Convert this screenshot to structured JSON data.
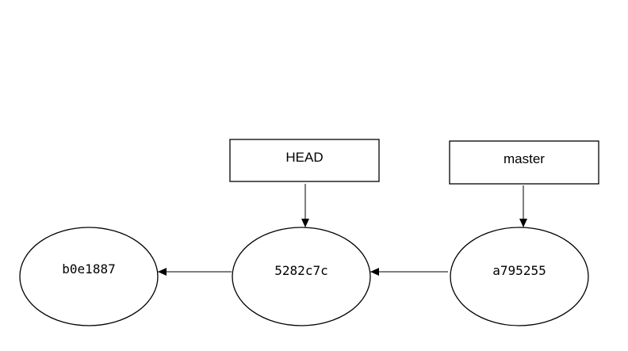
{
  "refs": {
    "head": "HEAD",
    "master": "master"
  },
  "commits": {
    "first": "b0e1887",
    "second": "5282c7c",
    "third": "a795255"
  }
}
